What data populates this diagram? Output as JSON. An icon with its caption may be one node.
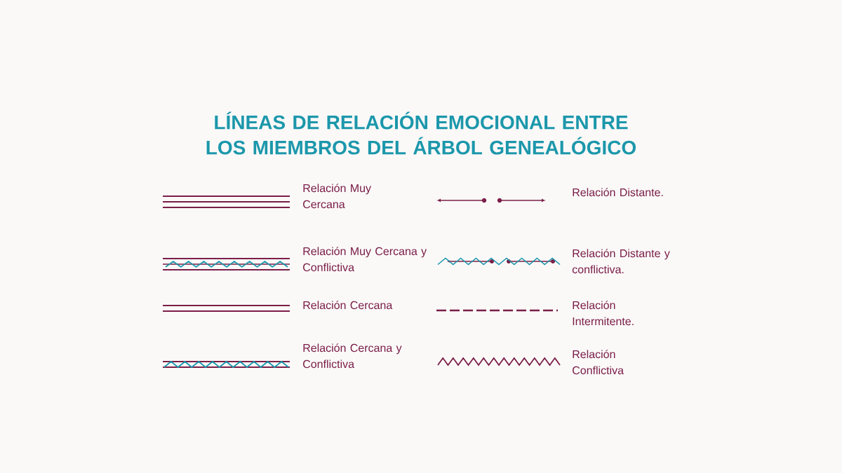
{
  "diagram": {
    "title": "LÍNEAS DE RELACIÓN EMOCIONAL ENTRE LOS MIEMBROS DEL ÁRBOL GENEALÓGICO",
    "legend": [
      {
        "text": "Relación Muy Cercana"
      },
      {
        "text": "Relación Distante."
      },
      {
        "text": "Relación Muy Cercana y Conflictiva"
      },
      {
        "text": "Relación Distante y conflictiva."
      },
      {
        "text": "Relación Cercana"
      },
      {
        "text": "Relación Intermitente."
      },
      {
        "text": "Relación Cercana y Conflictiva"
      },
      {
        "text": "Relación Conflictiva"
      }
    ]
  }
}
